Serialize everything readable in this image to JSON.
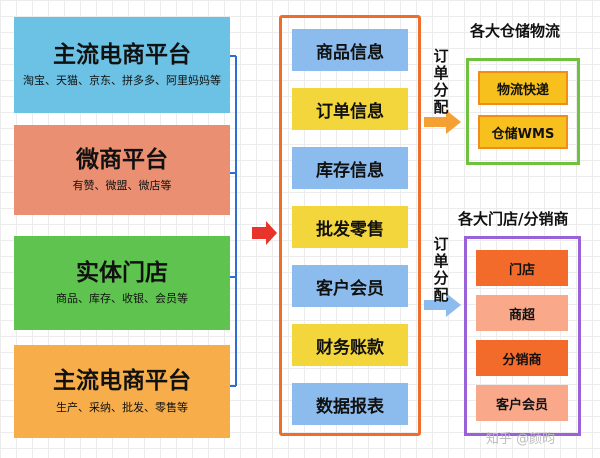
{
  "sources": [
    {
      "title": "主流电商平台",
      "sub": "淘宝、天猫、京东、拼多多、阿里妈妈等",
      "color": "#6cc2e4"
    },
    {
      "title": "微商平台",
      "sub": "有赞、微盟、微店等",
      "color": "#eb8f72"
    },
    {
      "title": "实体门店",
      "sub": "商品、库存、收银、会员等",
      "color": "#5ec34f"
    },
    {
      "title": "主流电商平台",
      "sub": "生产、采纳、批发、零售等",
      "color": "#f6ad4a"
    }
  ],
  "center_items": [
    {
      "label": "商品信息",
      "color": "#8cbcee"
    },
    {
      "label": "订单信息",
      "color": "#f3d63c"
    },
    {
      "label": "库存信息",
      "color": "#8cbcee"
    },
    {
      "label": "批发零售",
      "color": "#f3d63c"
    },
    {
      "label": "客户会员",
      "color": "#8cbcee"
    },
    {
      "label": "财务账款",
      "color": "#f3d63c"
    },
    {
      "label": "数据报表",
      "color": "#8cbcee"
    }
  ],
  "top_branch": {
    "header": "各大仓储物流",
    "arrow_label": "订单分配",
    "items": [
      "物流快递",
      "仓储WMS"
    ]
  },
  "bottom_branch": {
    "header": "各大门店/分销商",
    "arrow_label": "订单分配",
    "items": [
      {
        "label": "门店",
        "color": "#f26b2b"
      },
      {
        "label": "商超",
        "color": "#f9a88a"
      },
      {
        "label": "分销商",
        "color": "#f26b2b"
      },
      {
        "label": "客户会员",
        "color": "#f9a88a"
      }
    ]
  },
  "watermark": "知乎 @颜昀",
  "colors": {
    "connector": "#2f6fd3",
    "main_arrow": "#e8342a",
    "side_arrow": "#f5a033",
    "center_frame": "#ef6d2a"
  }
}
